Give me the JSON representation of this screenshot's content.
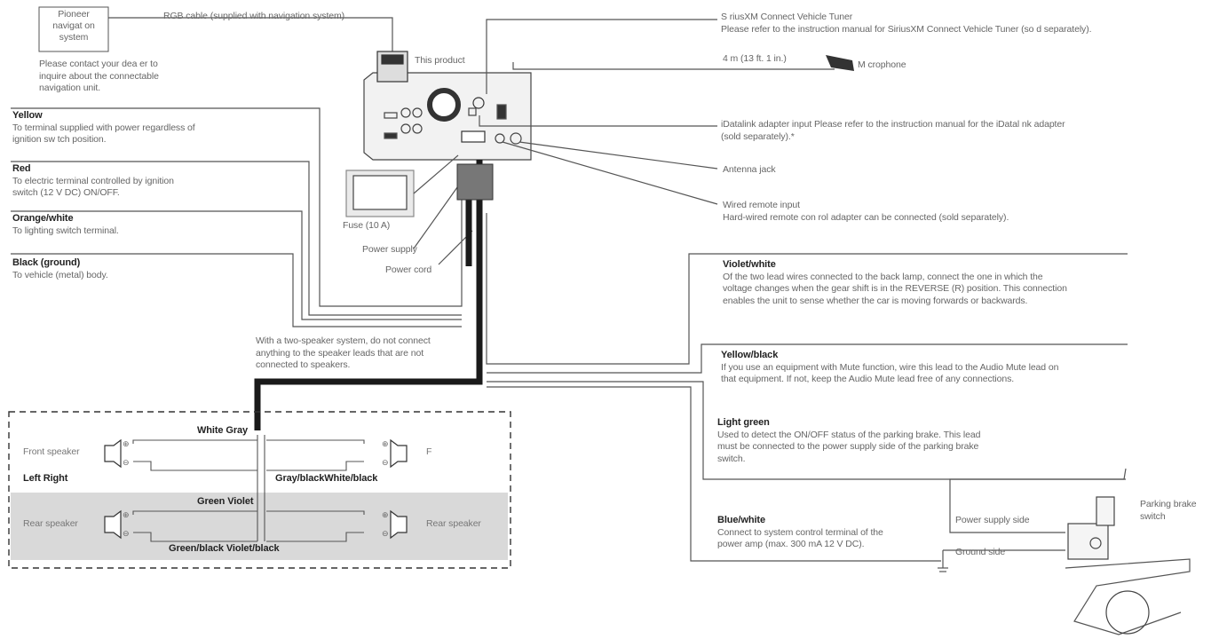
{
  "nav_box": {
    "text": [
      "Pioneer",
      "navigat on",
      "system"
    ]
  },
  "nav_note": [
    "Please contact your dea er to",
    "inquire about the connectable",
    "navigation unit."
  ],
  "rgb_cable": "RGB cable (supplied with navigation system)",
  "this_product": "This product",
  "sirius": [
    "S riusXM Connect Vehicle Tuner",
    "Please refer to the instruction manual for SiriusXM Connect Vehicle Tuner (so d separately)."
  ],
  "mic_length": "4 m (13 ft. 1 in.)",
  "microphone": "M crophone",
  "datalink": [
    "iDatalink adapter input Please refer to the instruction manual for the iDatal nk adapter",
    "(sold separately).*"
  ],
  "antenna": "Antenna jack",
  "wired_remote": [
    "Wired remote input",
    "Hard-wired remote con rol adapter can be connected (sold separately)."
  ],
  "left_wires": [
    {
      "color": "Yellow",
      "desc": [
        "To terminal supplied with power regardless of",
        "ignition sw tch position."
      ]
    },
    {
      "color": "Red",
      "desc": [
        "To electric terminal controlled by ignition",
        "switch (12 V DC) ON/OFF."
      ]
    },
    {
      "color": "Orange/white",
      "desc": [
        "To lighting switch terminal."
      ]
    },
    {
      "color": "Black (ground)",
      "desc": [
        "To vehicle (metal) body."
      ]
    }
  ],
  "fuse": "Fuse (10 A)",
  "power_supply": "Power supply",
  "power_cord": "Power cord",
  "two_speaker_note": [
    "With a two-speaker system, do not connect",
    "anything to the speaker leads that are not",
    "connected to speakers."
  ],
  "right_wires": [
    {
      "color": "Violet/white",
      "desc": [
        "Of the two lead wires connected to the back lamp, connect the one in which the",
        "voltage changes when the gear shift is in the REVERSE (R) position. This connection",
        "enables the unit to sense whether the car is moving forwards or backwards."
      ]
    },
    {
      "color": "Yellow/black",
      "desc": [
        "If you use an equipment with Mute function, wire this lead to the Audio Mute lead on",
        "that equipment. If not, keep the Audio Mute lead free of any connections."
      ]
    },
    {
      "color": "Light green",
      "desc": [
        "Used to detect the ON/OFF status of the parking brake. This lead",
        "must be connected to the power supply side of the parking brake",
        "switch."
      ]
    },
    {
      "color": "Blue/white",
      "desc": [
        "Connect to system control terminal of the",
        "power amp (max. 300 mA 12 V DC)."
      ]
    }
  ],
  "speakers": {
    "front_speaker": "Front speaker",
    "left_right": "Left Right",
    "white_gray": "White Gray",
    "gray_black_white_black": "Gray/blackWhite/black",
    "front_right_letter": "F",
    "green_violet": "Green Violet",
    "rear_speaker_left": "Rear speaker",
    "rear_speaker_right": "Rear speaker",
    "green_black_violet_black": "Green/black Violet/black",
    "plus": "⊕",
    "minus": "⊖"
  },
  "parking": {
    "switch_label": [
      "Parking brake",
      "switch"
    ],
    "power_supply_side": "Power supply side",
    "ground_side": "Ground side"
  },
  "colors": {
    "wire": "#555555",
    "cable": "#1a1a1a",
    "speaker_bg": "#d9d9d9"
  }
}
